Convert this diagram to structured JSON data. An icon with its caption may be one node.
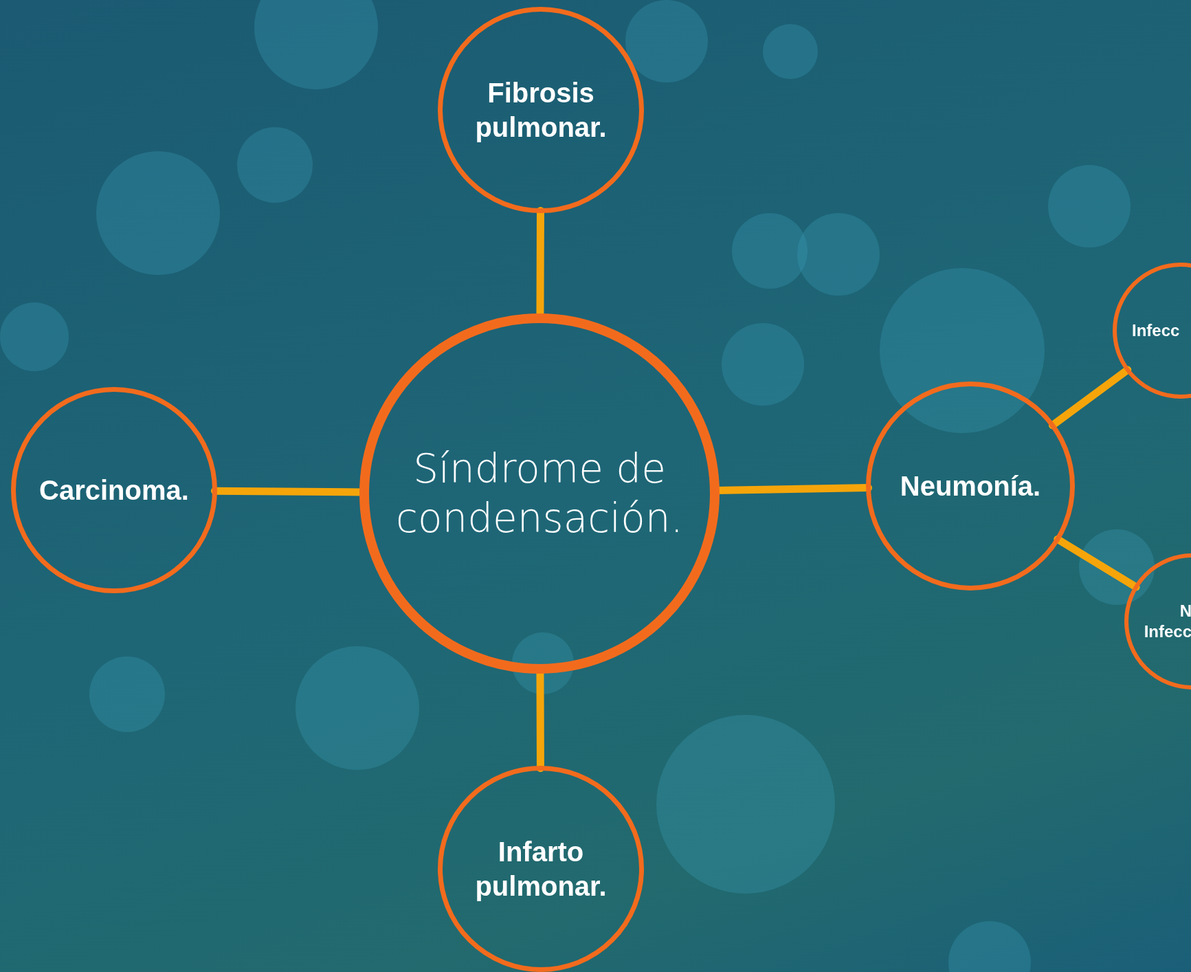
{
  "diagram": {
    "nodes": [
      {
        "text": [
          "Fibrosis pulmonar."
        ]
      },
      {
        "text": [
          "Carcinoma."
        ]
      },
      {
        "text": [
          "Síndrome de condensación."
        ]
      },
      {
        "text": [
          "Neumonía."
        ]
      },
      {
        "text": [
          "Infecc"
        ]
      },
      {
        "text": [
          "N Infecc"
        ]
      },
      {
        "text": [
          "Infarto pulmonar."
        ]
      }
    ],
    "edges": [
      {
        "from": 2,
        "to": 0,
        "arrow": "none"
      },
      {
        "from": 2,
        "to": 1,
        "arrow": "none"
      },
      {
        "from": 2,
        "to": 3,
        "arrow": "none"
      },
      {
        "from": 2,
        "to": 6,
        "arrow": "none"
      },
      {
        "from": 3,
        "to": 4,
        "arrow": "none"
      },
      {
        "from": 3,
        "to": 5,
        "arrow": "none"
      }
    ]
  }
}
